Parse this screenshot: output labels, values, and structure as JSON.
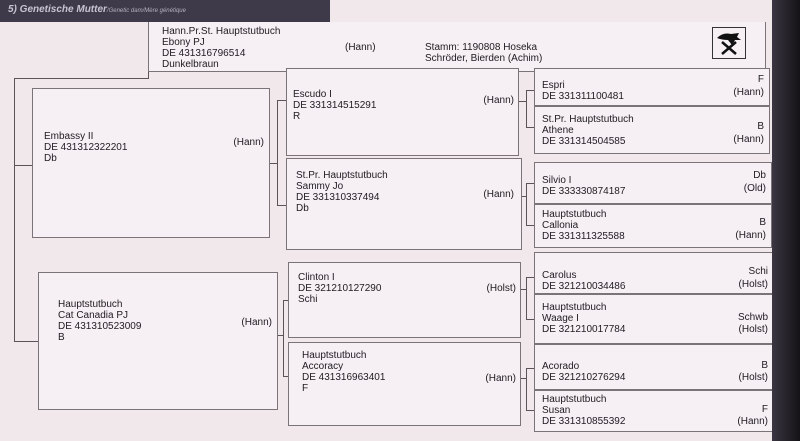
{
  "header": {
    "title": "5) Genetische Mutter",
    "subtitle": "/Genetic dam/Mère génétique"
  },
  "dam": {
    "line1": "Hann.Pr.St.  Hauptstutbuch",
    "name": "Ebony PJ",
    "id": "DE 431316796514",
    "breed": "(Hann)",
    "color": "Dunkelbraun",
    "stamm": "Stamm:  1190808 Hoseka",
    "breeder": "Schröder, Bierden (Achim)"
  },
  "gen1": [
    {
      "name": "Embassy II",
      "id": "DE 431312322201",
      "color": "Db",
      "breed": "(Hann)"
    },
    {
      "line1": "Hauptstutbuch",
      "name": "Cat Canadia PJ",
      "id": "DE 431310523009",
      "color": "B",
      "breed": "(Hann)"
    }
  ],
  "gen2": [
    {
      "name": "Escudo I",
      "id": "DE 331314515291",
      "color": "R",
      "breed": "(Hann)"
    },
    {
      "line1": "St.Pr.  Hauptstutbuch",
      "name": "Sammy Jo",
      "id": "DE 331310337494",
      "color": "Db",
      "breed": "(Hann)"
    },
    {
      "name": "Clinton I",
      "id": "DE 321210127290",
      "color": "Schi",
      "breed": "(Holst)"
    },
    {
      "line1": "Hauptstutbuch",
      "name": "Accoracy",
      "id": "DE 431316963401",
      "color": "F",
      "breed": "(Hann)"
    }
  ],
  "gen3": [
    {
      "name": "Espri",
      "id": "DE 331311100481",
      "color": "F",
      "breed": "(Hann)"
    },
    {
      "line1": "St.Pr.  Hauptstutbuch",
      "name": "Athene",
      "id": "DE 331314504585",
      "color": "B",
      "breed": "(Hann)"
    },
    {
      "name": "Silvio I",
      "id": "DE 333330874187",
      "color": "Db",
      "breed": "(Old)"
    },
    {
      "line1": "Hauptstutbuch",
      "name": "Callonia",
      "id": "DE 331311325588",
      "color": "B",
      "breed": "(Hann)"
    },
    {
      "name": "Carolus",
      "id": "DE 321210034486",
      "color": "Schi",
      "breed": "(Holst)"
    },
    {
      "line1": "Hauptstutbuch",
      "name": "Waage I",
      "id": "DE 321210017784",
      "color": "Schwb",
      "breed": "(Holst)"
    },
    {
      "name": "Acorado",
      "id": "DE 321210276294",
      "color": "B",
      "breed": "(Holst)"
    },
    {
      "line1": "Hauptstutbuch",
      "name": "Susan",
      "id": "DE 331310855392",
      "color": "F",
      "breed": "(Hann)"
    }
  ]
}
